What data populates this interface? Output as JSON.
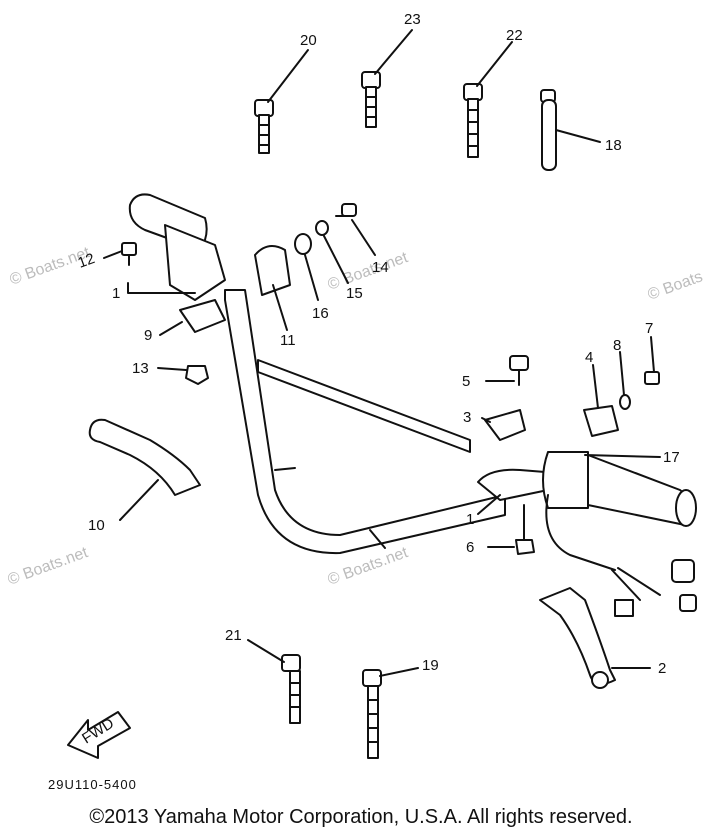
{
  "diagram": {
    "labels": {
      "l1a": "1",
      "l1b": "1",
      "l2": "2",
      "l3": "3",
      "l4": "4",
      "l5": "5",
      "l6": "6",
      "l7": "7",
      "l8": "8",
      "l9": "9",
      "l10": "10",
      "l11": "11",
      "l12": "12",
      "l13": "13",
      "l14": "14",
      "l15": "15",
      "l16": "16",
      "l17": "17",
      "l18": "18",
      "l19": "19",
      "l20": "20",
      "l21": "21",
      "l22": "22",
      "l23": "23"
    },
    "fwd_label": "FWD",
    "part_code": "29U110-5400",
    "watermark": "© Boats.net",
    "watermark_short": "© Boats"
  },
  "footer": {
    "copyright": "©2013 Yamaha Motor Corporation, U.S.A. All rights reserved."
  }
}
